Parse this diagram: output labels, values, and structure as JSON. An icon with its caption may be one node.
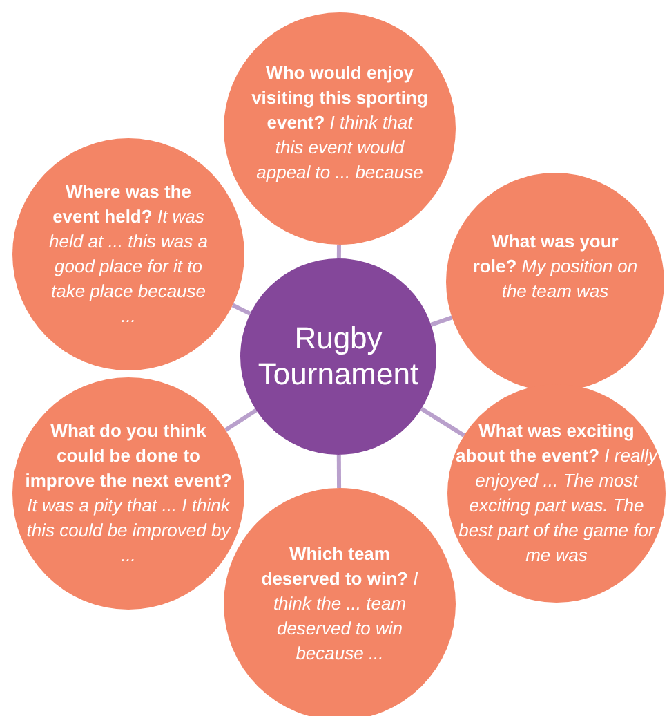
{
  "diagram": {
    "nodes": [
      {
        "text": [
          "Rugby Tournament"
        ]
      },
      {
        "text": [
          "**Who would enjoy visiting this sporting event?** *I think that this event would appeal to ... because*"
        ]
      },
      {
        "text": [
          "**Where was the event held?** *It was held at ... this was a good place for it to take place because ...*"
        ]
      },
      {
        "text": [
          "**What was your role?** *My position on the team was*"
        ]
      },
      {
        "text": [
          "**What do you think could be done to improve the next event?** *It was a pity that ... I think this could be improved by ...*"
        ]
      },
      {
        "text": [
          "**What was exciting about the event?** *I really enjoyed ... The most exciting part was. The best part of the game for me was*"
        ]
      },
      {
        "text": [
          "**Which team deserved to win?** *I think the ... team deserved to win because ...*"
        ]
      }
    ],
    "edges": [
      {
        "from": 0,
        "to": 1,
        "arrow": "none"
      },
      {
        "from": 0,
        "to": 2,
        "arrow": "none"
      },
      {
        "from": 0,
        "to": 3,
        "arrow": "none"
      },
      {
        "from": 0,
        "to": 4,
        "arrow": "none"
      },
      {
        "from": 0,
        "to": 5,
        "arrow": "none"
      },
      {
        "from": 0,
        "to": 6,
        "arrow": "none"
      }
    ]
  }
}
